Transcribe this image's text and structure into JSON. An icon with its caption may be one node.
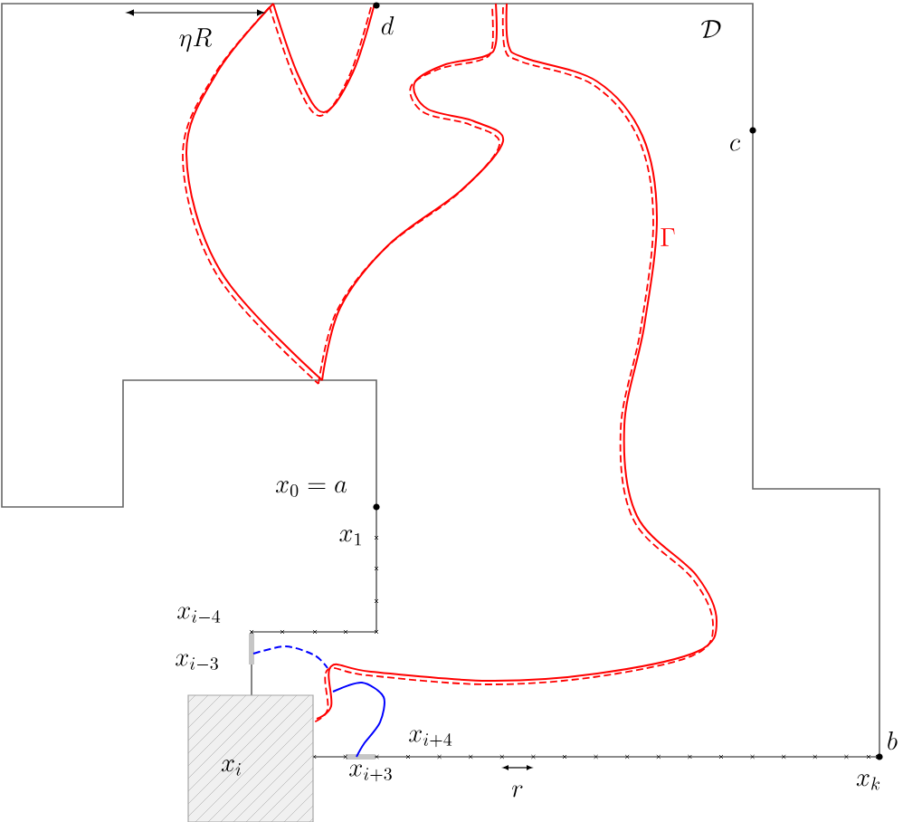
{
  "diagram": {
    "labels": [
      "\\eta R",
      "d",
      "\\mathcal{D}",
      "c",
      "\\Gamma",
      "x_0 = a",
      "x_1",
      "x_{i-4}",
      "x_{i-3}",
      "x_{i+4}",
      "b",
      "x_i",
      "x_{i+3}",
      "r",
      "x_k"
    ]
  }
}
